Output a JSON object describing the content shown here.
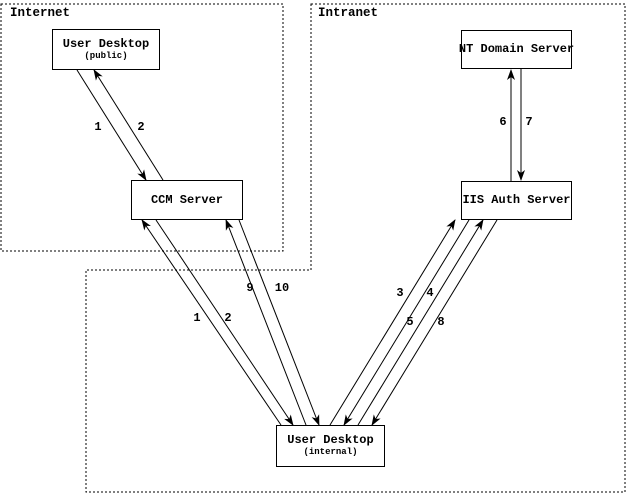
{
  "diagram": {
    "background_color": "#ffffff",
    "line_color": "#000000",
    "regions": [
      {
        "id": "internet",
        "label": "Internet"
      },
      {
        "id": "intranet",
        "label": "Intranet"
      }
    ],
    "nodes": [
      {
        "id": "user-desktop-public",
        "title": "User Desktop",
        "subtitle": "(public)",
        "region": "internet"
      },
      {
        "id": "ccm-server",
        "title": "CCM Server",
        "subtitle": "",
        "region": "internet"
      },
      {
        "id": "nt-domain-server",
        "title": "NT Domain Server",
        "subtitle": "",
        "region": "intranet"
      },
      {
        "id": "iis-auth-server",
        "title": "IIS Auth Server",
        "subtitle": "",
        "region": "intranet"
      },
      {
        "id": "user-desktop-internal",
        "title": "User Desktop",
        "subtitle": "(internal)",
        "region": "intranet"
      }
    ],
    "edges": [
      {
        "label": "1",
        "from": "user-desktop-public",
        "to": "ccm-server"
      },
      {
        "label": "2",
        "from": "ccm-server",
        "to": "user-desktop-public"
      },
      {
        "label": "1",
        "from": "user-desktop-internal",
        "to": "ccm-server"
      },
      {
        "label": "2",
        "from": "ccm-server",
        "to": "user-desktop-internal"
      },
      {
        "label": "9",
        "from": "user-desktop-internal",
        "to": "ccm-server"
      },
      {
        "label": "10",
        "from": "ccm-server",
        "to": "user-desktop-internal"
      },
      {
        "label": "3",
        "from": "user-desktop-internal",
        "to": "iis-auth-server"
      },
      {
        "label": "4",
        "from": "iis-auth-server",
        "to": "user-desktop-internal"
      },
      {
        "label": "5",
        "from": "user-desktop-internal",
        "to": "iis-auth-server"
      },
      {
        "label": "8",
        "from": "iis-auth-server",
        "to": "user-desktop-internal"
      },
      {
        "label": "6",
        "from": "iis-auth-server",
        "to": "nt-domain-server"
      },
      {
        "label": "7",
        "from": "nt-domain-server",
        "to": "iis-auth-server"
      }
    ]
  }
}
